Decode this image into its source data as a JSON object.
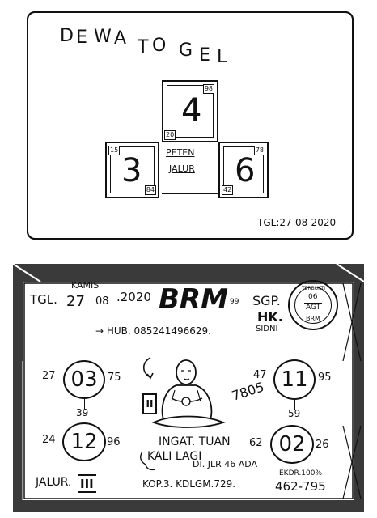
{
  "top": {
    "title_letters": [
      "D",
      "E",
      "W",
      "A",
      "T",
      "O",
      "G",
      "E",
      "L"
    ],
    "boxes": {
      "top": {
        "digit": "4",
        "tiny_tr": "98",
        "tiny_bl": "20"
      },
      "left": {
        "digit": "3",
        "tiny_tl": "15",
        "tiny_br": "84"
      },
      "right": {
        "digit": "6",
        "tiny_tr": "78",
        "tiny_bl": "42"
      }
    },
    "center_line1": "PETEN",
    "center_line2": "JALUR",
    "date": "TGL:27-08-2020"
  },
  "bottom": {
    "tgl_label": "TGL.",
    "day": "KAMIS",
    "date_day": "27",
    "date_month": "08",
    "year": ".2020",
    "brand": "BRM",
    "brand_suffix": "99",
    "markets": [
      "SGP.",
      "HK.",
      "SIDNI"
    ],
    "stamp_top": "TERBUKTI",
    "stamp_mid": "06",
    "stamp_center": "AGT",
    "stamp_bottom": "BRM",
    "hub": "→ HUB. 085241496629.",
    "circles": [
      {
        "left": "27",
        "num": "03",
        "right": "75",
        "below": "39"
      },
      {
        "left": "47",
        "num": "11",
        "right": "95",
        "below": "59"
      },
      {
        "left": "24",
        "num": "12",
        "right": "96",
        "below": ""
      },
      {
        "left": "62",
        "num": "02",
        "right": "26",
        "below": ""
      }
    ],
    "roman": "II",
    "side_num": "7805",
    "ingat_line1": "INGAT. TUAN",
    "ingat_line2": "KALI LAGI",
    "ingat_line3": "DI. JLR 46 ADA",
    "jalur_label": "JALUR.",
    "jalur_roman": "III",
    "kop": "KOP.3. KDLGM.729.",
    "ekdr": "EKDR.100%",
    "ekdr_num": "462-795"
  }
}
